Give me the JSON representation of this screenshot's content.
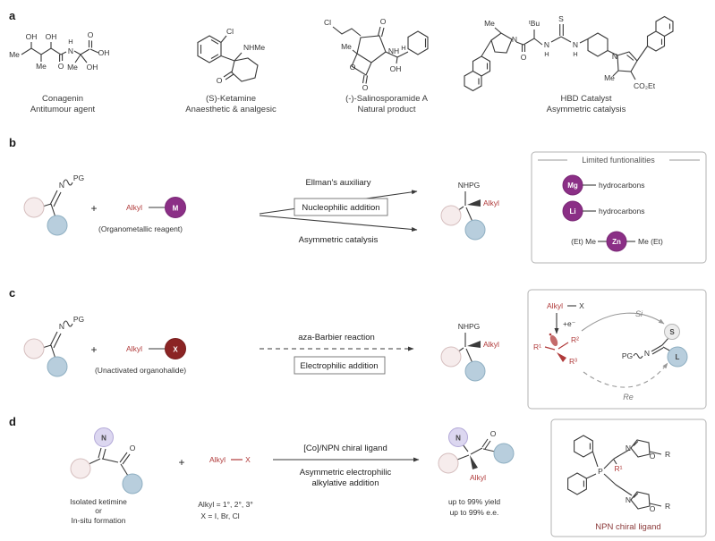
{
  "colors": {
    "circle_pink": "#f6ecec",
    "circle_blue": "#b8cedd",
    "circle_purple": "#8b2f86",
    "circle_dark_red": "#8b2424",
    "circle_lavender": "#dcd7f0",
    "accent_red": "#b03a3a"
  },
  "a": {
    "label": "a",
    "c1": {
      "name": "Conagenin",
      "desc": "Antitumour agent",
      "atoms": [
        "Me",
        "OH",
        "Me",
        "OH",
        "O",
        "N",
        "H",
        "O",
        "OH",
        "Me",
        "OH"
      ]
    },
    "c2": {
      "name": "(S)-Ketamine",
      "desc": "Anaesthetic & analgesic",
      "atoms": [
        "Cl",
        "NHMe",
        "O"
      ]
    },
    "c3": {
      "name": "(-)-Salinosporamide A",
      "desc": "Natural product",
      "atoms": [
        "Cl",
        "O",
        "NH",
        "Me",
        "O",
        "O",
        "OH",
        "H"
      ]
    },
    "c4": {
      "name": "HBD Catalyst",
      "desc": "Asymmetric catalysis",
      "atoms": [
        "S",
        "N",
        "H",
        "N",
        "H",
        "ᵗBu",
        "O",
        "N",
        "Me",
        "N",
        "Me",
        "CO₂Et"
      ]
    }
  },
  "b": {
    "label": "b",
    "imine": {
      "n": "N",
      "pg": "PG"
    },
    "plus": "+",
    "alkyl": "Alkyl",
    "metal": "M",
    "reagent_caption": "(Organometallic reagent)",
    "arrow_top": "Ellman's auxiliary",
    "box": "Nucleophilic addition",
    "arrow_bottom": "Asymmetric catalysis",
    "product": {
      "nhpg": "NHPG",
      "alkyl": "Alkyl"
    },
    "side": {
      "title": "Limited funtionalities",
      "mg": "Mg",
      "mg_text": "hydrocarbons",
      "li": "Li",
      "li_text": "hydrocarbons",
      "zn_left": "(Et) Me",
      "zn": "Zn",
      "zn_right": "Me (Et)"
    }
  },
  "c": {
    "label": "c",
    "imine": {
      "n": "N",
      "pg": "PG"
    },
    "plus": "+",
    "alkyl": "Alkyl",
    "halide": "X",
    "reagent_caption": "(Unactivated organohalide)",
    "arrow_top": "aza-Barbier reaction",
    "box": "Electrophilic addition",
    "product": {
      "nhpg": "NHPG",
      "alkyl": "Alkyl"
    },
    "side": {
      "alkyl": "Alkyl",
      "x": "X",
      "electron": "+e⁻",
      "r1": "R¹",
      "r2": "R²",
      "r3": "R³",
      "si": "Si",
      "re": "Re",
      "pg": "PG",
      "n": "N",
      "s": "S",
      "l": "L"
    }
  },
  "d": {
    "label": "d",
    "ketimine": {
      "n": "N",
      "o": "O"
    },
    "substrate_caption": [
      "Isolated ketimine",
      "or",
      "In-situ formation"
    ],
    "plus": "+",
    "alkyl": "Alkyl",
    "x": "X",
    "alkyl_note": "Alkyl = 1°, 2°, 3°",
    "x_note": "X = I, Br, Cl",
    "arrow_top": "[Co]/NPN chiral ligand",
    "arrow_bottom1": "Asymmetric electrophilic",
    "arrow_bottom2": "alkylative addition",
    "product": {
      "n": "N",
      "o": "O",
      "alkyl": "Alkyl"
    },
    "yield1": "up to 99% yield",
    "yield2": "up to 99% e.e.",
    "side": {
      "p": "P",
      "r1": "R¹",
      "ox1_n": "N",
      "ox1_o": "O",
      "ox1_r": "R",
      "ox2_n": "N",
      "ox2_o": "O",
      "ox2_r": "R",
      "caption": "NPN chiral ligand"
    }
  }
}
